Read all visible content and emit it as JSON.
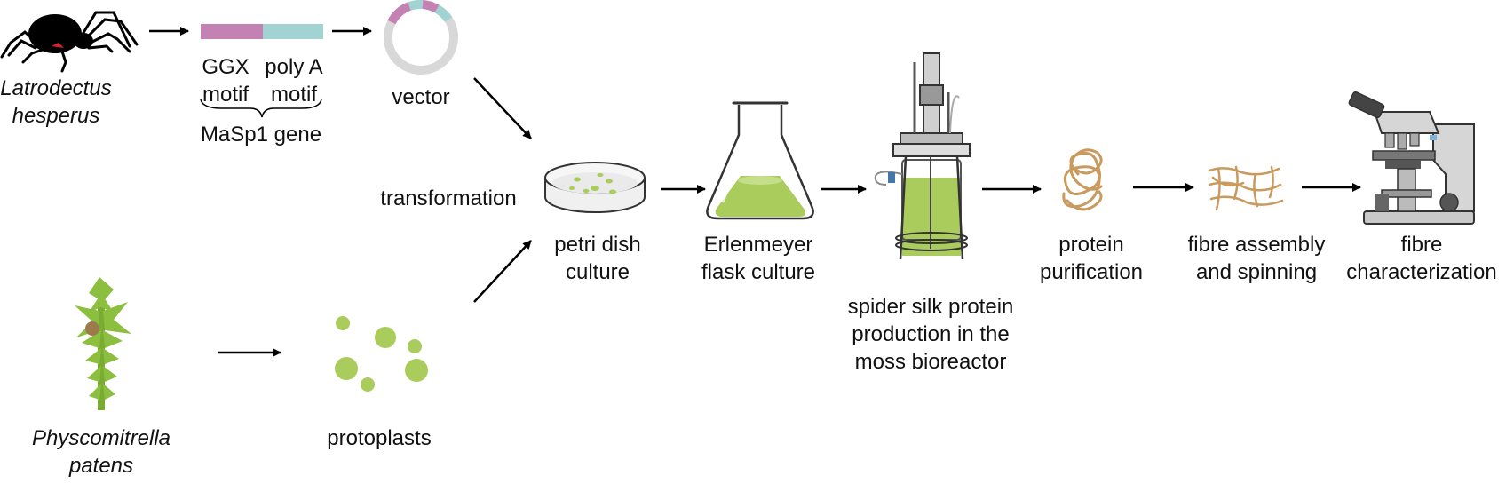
{
  "organisms": {
    "spider_line1": "Latrodectus",
    "spider_line2": "hesperus",
    "moss_line1": "Physcomitrella",
    "moss_line2": "patens"
  },
  "gene": {
    "motif1_line1": "GGX",
    "motif1_line2": "motif",
    "motif2_line1": "poly A",
    "motif2_line2": "motif",
    "gene_label": "MaSp1 gene"
  },
  "labels": {
    "vector": "vector",
    "transformation": "transformation",
    "protoplasts": "protoplasts",
    "petri_line1": "petri dish",
    "petri_line2": "culture",
    "flask_line1": "Erlenmeyer",
    "flask_line2": "flask culture",
    "bioreactor_line1": "spider silk protein",
    "bioreactor_line2": "production in the",
    "bioreactor_line3": "moss bioreactor",
    "purif_line1": "protein",
    "purif_line2": "purification",
    "fibre_line1": "fibre assembly",
    "fibre_line2": "and spinning",
    "char_line1": "fibre",
    "char_line2": "characterization"
  },
  "colors": {
    "ggx_motif": "#c482b4",
    "polya_motif": "#a2d3d3",
    "culture_green": "#a9cc5c",
    "fibre_tan": "#c89a5e",
    "equipment_gray": "#c9c9c9"
  }
}
